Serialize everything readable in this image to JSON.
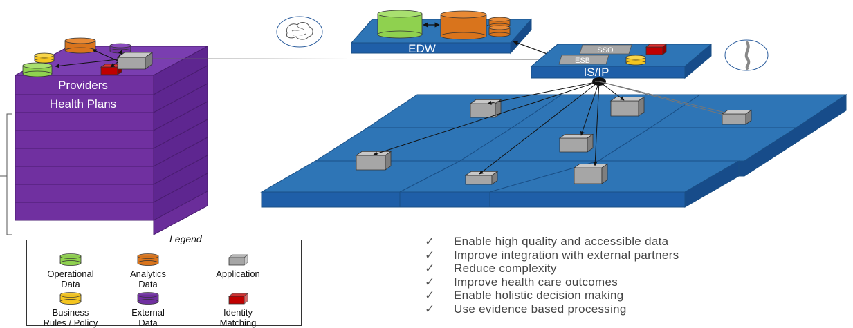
{
  "diagram": {
    "edw_label": "EDW",
    "isip_label": "IS/IP",
    "sso_label": "SSO",
    "esb_label": "ESB",
    "stack_layers": [
      "Providers",
      "Health Plans",
      "",
      "",
      "",
      "",
      "",
      ""
    ]
  },
  "legend": {
    "title": "Legend",
    "items": [
      {
        "label": "Operational\nData",
        "icon": "cylinder-green-icon",
        "color": "#8fd14f"
      },
      {
        "label": "Analytics\nData",
        "icon": "cylinder-orange-icon",
        "color": "#d9741c"
      },
      {
        "label": "Application",
        "icon": "box-gray-icon",
        "color": "#a6a6a6"
      },
      {
        "label": "Business\nRules / Policy",
        "icon": "cylinder-yellow-icon",
        "color": "#f4c520"
      },
      {
        "label": "External\nData",
        "icon": "cylinder-purple-icon",
        "color": "#7030a0"
      },
      {
        "label": "Identity\nMatching",
        "icon": "box-red-icon",
        "color": "#c00000"
      }
    ]
  },
  "benefits": [
    "Enable high quality and accessible data",
    "Improve integration with external partners",
    "Reduce complexity",
    "Improve health care outcomes",
    "Enable holistic decision making",
    "Use evidence based processing"
  ],
  "check_glyph": "✓",
  "colors": {
    "purple": "#7030a0",
    "blue": "#2e75b6",
    "dark_blue": "#1f5fa8",
    "green": "#8fd14f",
    "orange": "#d9741c",
    "gray": "#a6a6a6",
    "yellow": "#f4c520",
    "red": "#c00000"
  }
}
